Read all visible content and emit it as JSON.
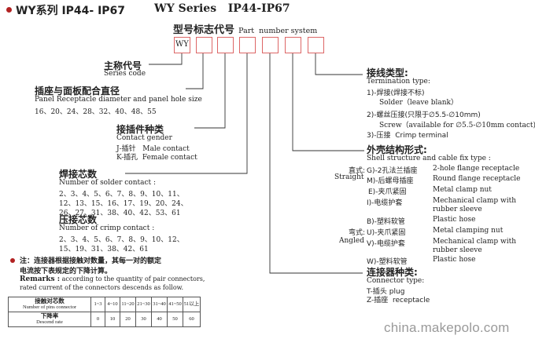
{
  "header": {
    "title_left": "WY系列 IP44- IP67",
    "title_right": "WY Series   IP44-IP67",
    "colors": {
      "accent": "#b22222",
      "box_border": "#dd6666",
      "line": "#333333"
    }
  },
  "part_number": {
    "label_zh": "型号标志代号",
    "label_en": "Part  number system",
    "first_box": "WY"
  },
  "main_code": {
    "zh": "主称代号",
    "en": "Series code"
  },
  "panel": {
    "zh": "插座与面板配合直径",
    "en": "Panel Receptacle diameter and panel hole size",
    "values": "16、20、24、28、32、40、48、55"
  },
  "gender": {
    "zh": "接插件种类",
    "en": "Contact  gender",
    "j": "J-插针   Male contact",
    "k": "K-插孔  Female contact"
  },
  "solder": {
    "zh": "焊接芯数",
    "en": "Number of solder contact :",
    "line1": "2、3、4、5、6、7、8、9、10、11、",
    "line2": "12、13、15、16、17、19、20、24、",
    "line3": "26、27、31、38、40、42、53、61"
  },
  "crimp": {
    "zh": "压接芯数",
    "en": "Number of crimp contact :",
    "line1": "2、3、4、5、6、7、8、9、10、12、",
    "line2": "15、19、31、38、42、61"
  },
  "note": {
    "zh1": "注：连接器根据接触对数量，其每一对的额定",
    "zh2": "电流按下表规定的下降计算。",
    "remarks_label": "Remarks :",
    "remarks_text": " according to the quantity of pair connectors,",
    "remarks_text2": "rated current of the connectors descends as follow."
  },
  "rate_table": {
    "row1_header_zh": "接触对芯数",
    "row1_header_en": "Number of pins connector",
    "row1": [
      "1~3",
      "4~10",
      "11~20",
      "21~30",
      "31~40",
      "41~50",
      "51以上"
    ],
    "row2_header_zh": "下降率",
    "row2_header_en": "Descend rate",
    "row2": [
      "0",
      "10",
      "20",
      "30",
      "40",
      "50",
      "60"
    ]
  },
  "termination": {
    "zh": "接线类型:",
    "en": "Termination type:",
    "opt1_zh": "1)-焊接(焊接不标)",
    "opt1_en": "Solder（leave  blank）",
    "opt2_zh": "2)-螺丝压接(只限于∅5.5-∅10mm)",
    "opt2_en": "Screw（available for ∅5.5-∅10mm contact)",
    "opt3": "3)-压接  Crimp terminal"
  },
  "shell": {
    "zh": "外壳结构形式:",
    "en": "Shell structure and  cable fix type :",
    "straight_zh": "直式:",
    "straight_en": "Straight",
    "angled_zh": "弯式:",
    "angled_en": "Angled",
    "items": [
      {
        "code": "G)-2孔法兰插座",
        "en": "2-hole flange receptacle"
      },
      {
        "code": "M)-后螺母插座",
        "en": "Round flange receptacle"
      },
      {
        "code": "E)-夹爪紧固",
        "en": "Metal clamp nut"
      },
      {
        "code": "I)-电缆护套",
        "en": "Mechanical clamp with",
        "en2": "rubber sleeve"
      },
      {
        "code": "B)-塑料软管",
        "en": "Plastic hose"
      },
      {
        "code": "U)-夹爪紧固",
        "en": "Metal clamping nut"
      },
      {
        "code": "V)-电缆护套",
        "en": "Mechanical clamp with",
        "en2": "rubber sleeve"
      },
      {
        "code": "W)-塑料软管",
        "en": "Plastic hose"
      }
    ]
  },
  "connector_type": {
    "zh": "连接器种类:",
    "en": "Connector type:",
    "t": "T-插头 plug",
    "z": "Z-插座  receptacle"
  },
  "watermark": "china.makepolo.com"
}
